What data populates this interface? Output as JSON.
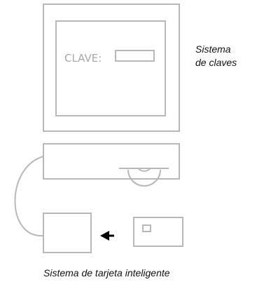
{
  "screen": {
    "prompt_label": "CLAVE:"
  },
  "captions": {
    "password_system_line1": "Sistema",
    "password_system_line2": "de claves",
    "smartcard_system": "Sistema de tarjeta inteligente"
  },
  "colors": {
    "outline": "#b8b8b8",
    "screen_text": "#a9a9a9",
    "caption_text": "#111111",
    "arrow": "#000000"
  },
  "icons": {
    "arrow": "arrow-left-icon"
  }
}
